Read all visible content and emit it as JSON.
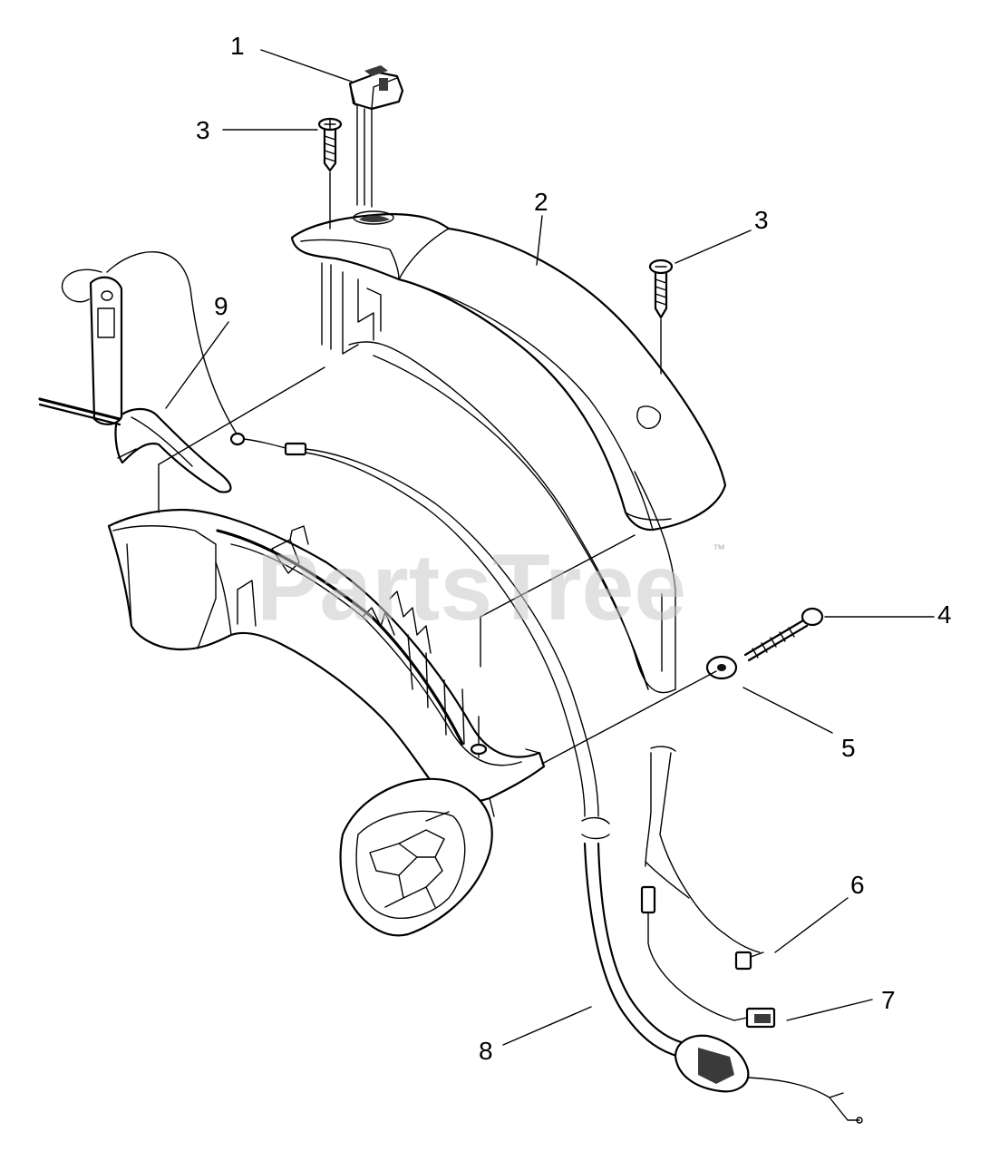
{
  "callouts": {
    "c1": "1",
    "c2": "2",
    "c3a": "3",
    "c3b": "3",
    "c4": "4",
    "c5": "5",
    "c6": "6",
    "c7": "7",
    "c8": "8",
    "c9": "9"
  },
  "watermark": {
    "text": "PartsTree",
    "tm": "™"
  },
  "colors": {
    "line": "#000000",
    "background": "#ffffff",
    "watermark": "#c8c8c8"
  }
}
